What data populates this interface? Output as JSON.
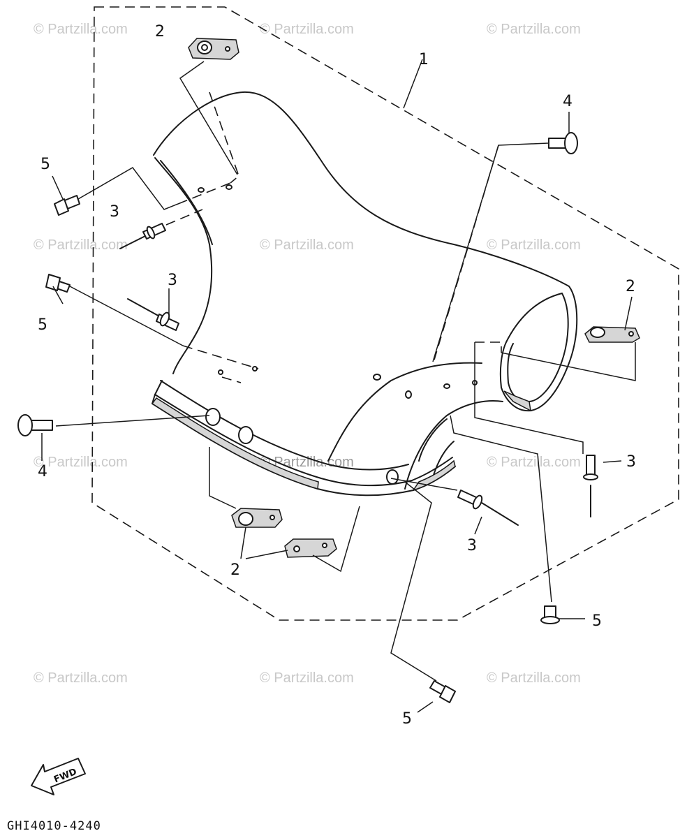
{
  "diagram": {
    "drawing_code": "GHI4010-4240",
    "direction_arrow_label": "FWD",
    "watermark_text": "© Partzilla.com",
    "callouts": [
      {
        "id": "c1-top",
        "label": "1"
      },
      {
        "id": "c2-top",
        "label": "2"
      },
      {
        "id": "c2-right",
        "label": "2"
      },
      {
        "id": "c2-bottom",
        "label": "2"
      },
      {
        "id": "c3-upper-left",
        "label": "3"
      },
      {
        "id": "c3-mid-left",
        "label": "3"
      },
      {
        "id": "c3-right",
        "label": "3"
      },
      {
        "id": "c3-bottom",
        "label": "3"
      },
      {
        "id": "c4-upper-right",
        "label": "4"
      },
      {
        "id": "c4-left",
        "label": "4"
      },
      {
        "id": "c5-upper-left",
        "label": "5"
      },
      {
        "id": "c5-mid-left",
        "label": "5"
      },
      {
        "id": "c5-right",
        "label": "5"
      },
      {
        "id": "c5-bottom",
        "label": "5"
      }
    ]
  }
}
